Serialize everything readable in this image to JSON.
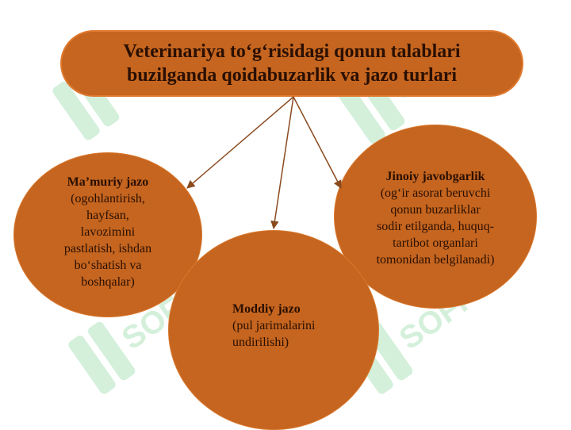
{
  "title": {
    "line1": "Veterinariya to‘g‘risidagi qonun talablari",
    "line2": "buzilganda qoidabuzarlik va jazo turlari"
  },
  "nodes": {
    "left": {
      "heading": "Ma’muriy jazo",
      "lines": [
        "(ogohlantirish,",
        "hayfsan,",
        "lavozimini",
        "pastlatish, ishdan",
        "bo‘shatish va",
        "boshqalar)"
      ]
    },
    "middle": {
      "heading": "Moddiy jazo",
      "lines": [
        "(pul jarimalarini",
        "undirilishi)"
      ]
    },
    "right": {
      "heading": "Jinoiy javobgarlik",
      "lines": [
        "(og‘ir asorat beruvchi",
        "qonun buzarliklar",
        "sodir etilganda, huquq-",
        "tartibot organlari",
        "tomonidan belgilanadi)"
      ]
    }
  },
  "colors": {
    "node_fill": "#c5651f",
    "text": "#2a0f02",
    "arrow": "#8a4a1e",
    "watermark": "#c9eed2"
  },
  "watermark_icon": "soff-logo-icon"
}
